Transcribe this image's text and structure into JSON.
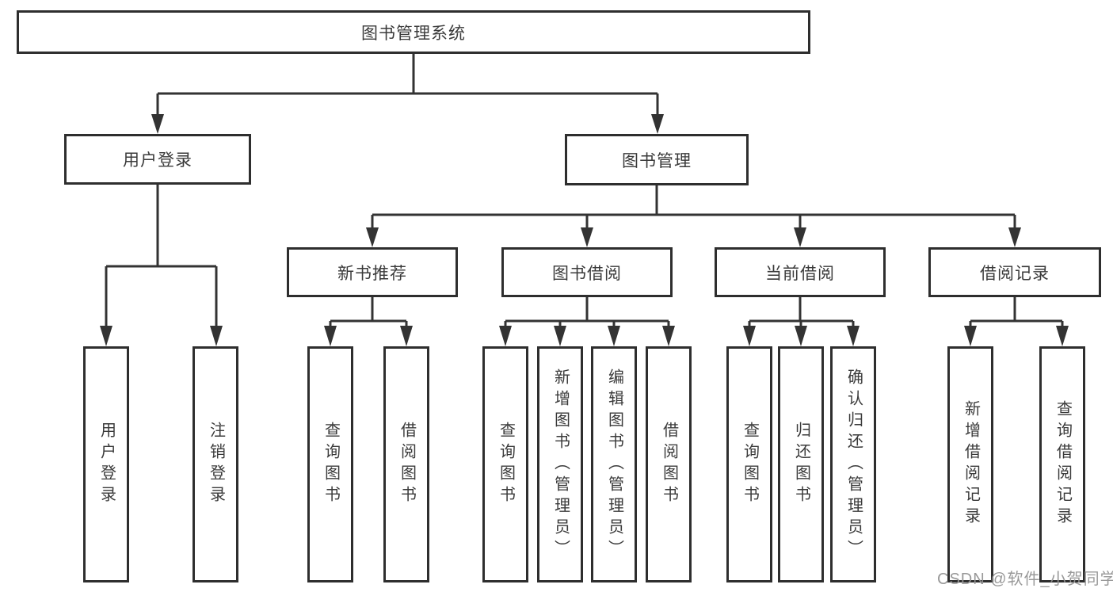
{
  "diagram": {
    "root": "图书管理系统",
    "level2": [
      {
        "label": "用户登录",
        "children": [
          "用户登录",
          "注销登录"
        ]
      },
      {
        "label": "图书管理",
        "sections": [
          {
            "label": "新书推荐",
            "children": [
              "查询图书",
              "借阅图书"
            ]
          },
          {
            "label": "图书借阅",
            "children": [
              "查询图书",
              "新增图书（管理员）",
              "编辑图书（管理员）",
              "借阅图书"
            ]
          },
          {
            "label": "当前借阅",
            "children": [
              "查询图书",
              "归还图书",
              "确认归还（管理员）"
            ]
          },
          {
            "label": "借阅记录",
            "children": [
              "新增借阅记录",
              "查询借阅记录"
            ]
          }
        ]
      }
    ]
  },
  "watermark": "CSDN @软件_小贺同学",
  "colors": {
    "line": "#333333",
    "border": "#2e2e2e",
    "text": "#3a3a3a",
    "watermark": "#949494"
  }
}
